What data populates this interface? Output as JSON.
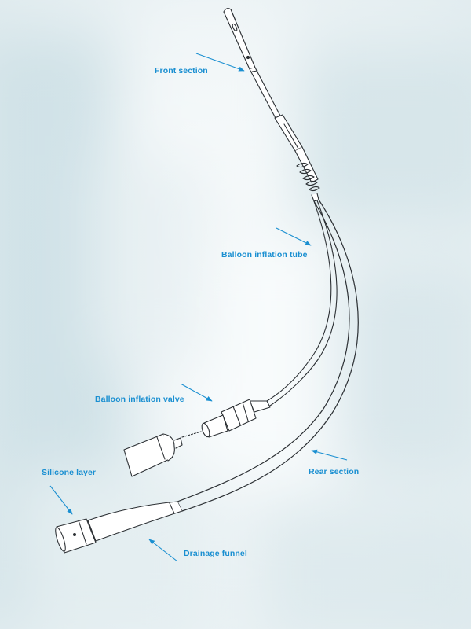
{
  "colors": {
    "label": "#1a8fd1",
    "outline": "#2b2f33",
    "background_light": "#f4f8fa",
    "background_tint": "#c9dde4"
  },
  "labels": {
    "front_section": "Front section",
    "balloon_inflation_tube": "Balloon inflation tube",
    "balloon_inflation_valve": "Balloon inflation valve",
    "silicone_layer": "Silicone layer",
    "rear_section": "Rear section",
    "drainage_funnel": "Drainage funnel"
  }
}
